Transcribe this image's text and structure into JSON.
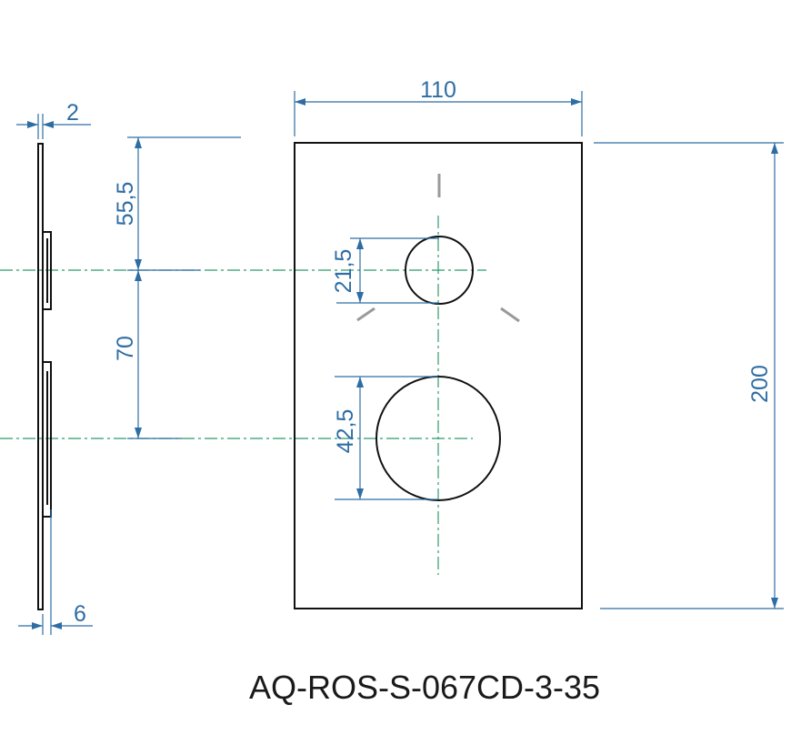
{
  "dimensions": {
    "width_top": "110",
    "height_right": "200",
    "thickness_top": "2",
    "thickness_bottom": "6",
    "top_offset": "55,5",
    "center_spacing": "70",
    "small_circle_diameter": "21,5",
    "large_circle_diameter": "42,5"
  },
  "title": "AQ-ROS-S-067CD-3-35",
  "colors": {
    "dimension": "#2e6da4",
    "centerline": "#2e9a6a",
    "outline": "#111111",
    "tick": "#9a9a9a"
  }
}
